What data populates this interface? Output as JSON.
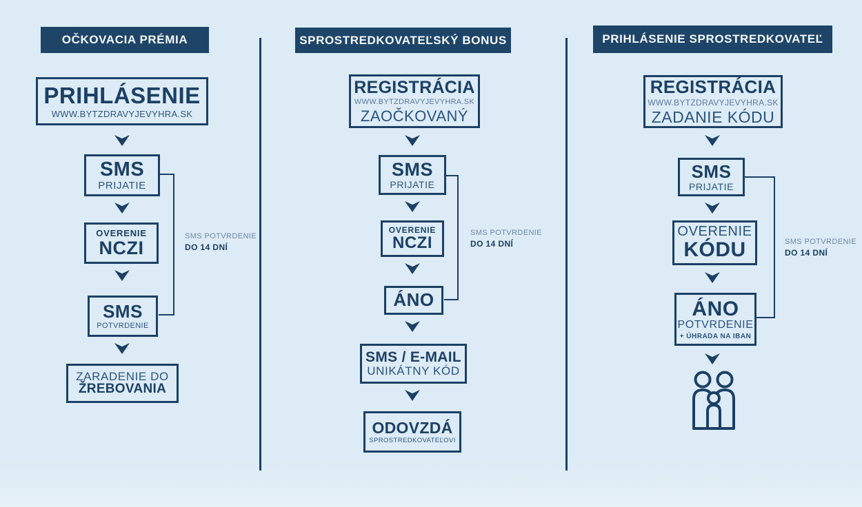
{
  "colors": {
    "background": "#dcebf5",
    "navy": "#1c4065",
    "header_fill": "#1e4568",
    "header_text": "#f4f9fc",
    "muted_label": "#6e87a6"
  },
  "col1": {
    "header": "OČKOVACIA PRÉMIA",
    "box1_title": "PRIHLÁSENIE",
    "box1_sub": "WWW.BYTZDRAVYJEVYHRA.SK",
    "box2_title": "SMS",
    "box2_sub": "PRIJATIE",
    "box3_top": "OVERENIE",
    "box3_title": "NCZI",
    "box4_title": "SMS",
    "box4_sub": "POTVRDENIE",
    "box5_line1": "ZARADENIE DO",
    "box5_line2": "ŽREBOVANIA",
    "bracket_label_line1": "SMS POTVRDENIE",
    "bracket_label_line2": "DO 14 DNÍ"
  },
  "col2": {
    "header": "SPROSTREDKOVATEĽSKÝ BONUS",
    "box1_title": "REGISTRÁCIA",
    "box1_sub": "WWW.BYTZDRAVYJEVYHRA.SK",
    "box1_line3": "ZAOČKOVANÝ",
    "box2_title": "SMS",
    "box2_sub": "PRIJATIE",
    "box3_top": "OVERENIE",
    "box3_title": "NCZI",
    "box4_title": "ÁNO",
    "box5_title": "SMS / E-MAIL",
    "box5_sub": "UNIKÁTNY KÓD",
    "box6_title": "ODOVZDÁ",
    "box6_sub": "SPROSTREDKOVATEĽOVI",
    "bracket_label_line1": "SMS POTVRDENIE",
    "bracket_label_line2": "DO 14 DNÍ"
  },
  "col3": {
    "header": "PRIHLÁSENIE SPROSTREDKOVATEĽ",
    "box1_title": "REGISTRÁCIA",
    "box1_sub": "WWW.BYTZDRAVYJEVYHRA.SK",
    "box1_line3": "ZADANIE KÓDU",
    "box2_title": "SMS",
    "box2_sub": "PRIJATIE",
    "box3_top": "OVERENIE",
    "box3_title": "KÓDU",
    "box4_title": "ÁNO",
    "box4_sub": "POTVRDENIE",
    "box4_note": "+ ÚHRADA NA IBAN",
    "bracket_label_line1": "SMS POTVRDENIE",
    "bracket_label_line2": "DO 14 DNÍ",
    "icon": "family-icon"
  }
}
